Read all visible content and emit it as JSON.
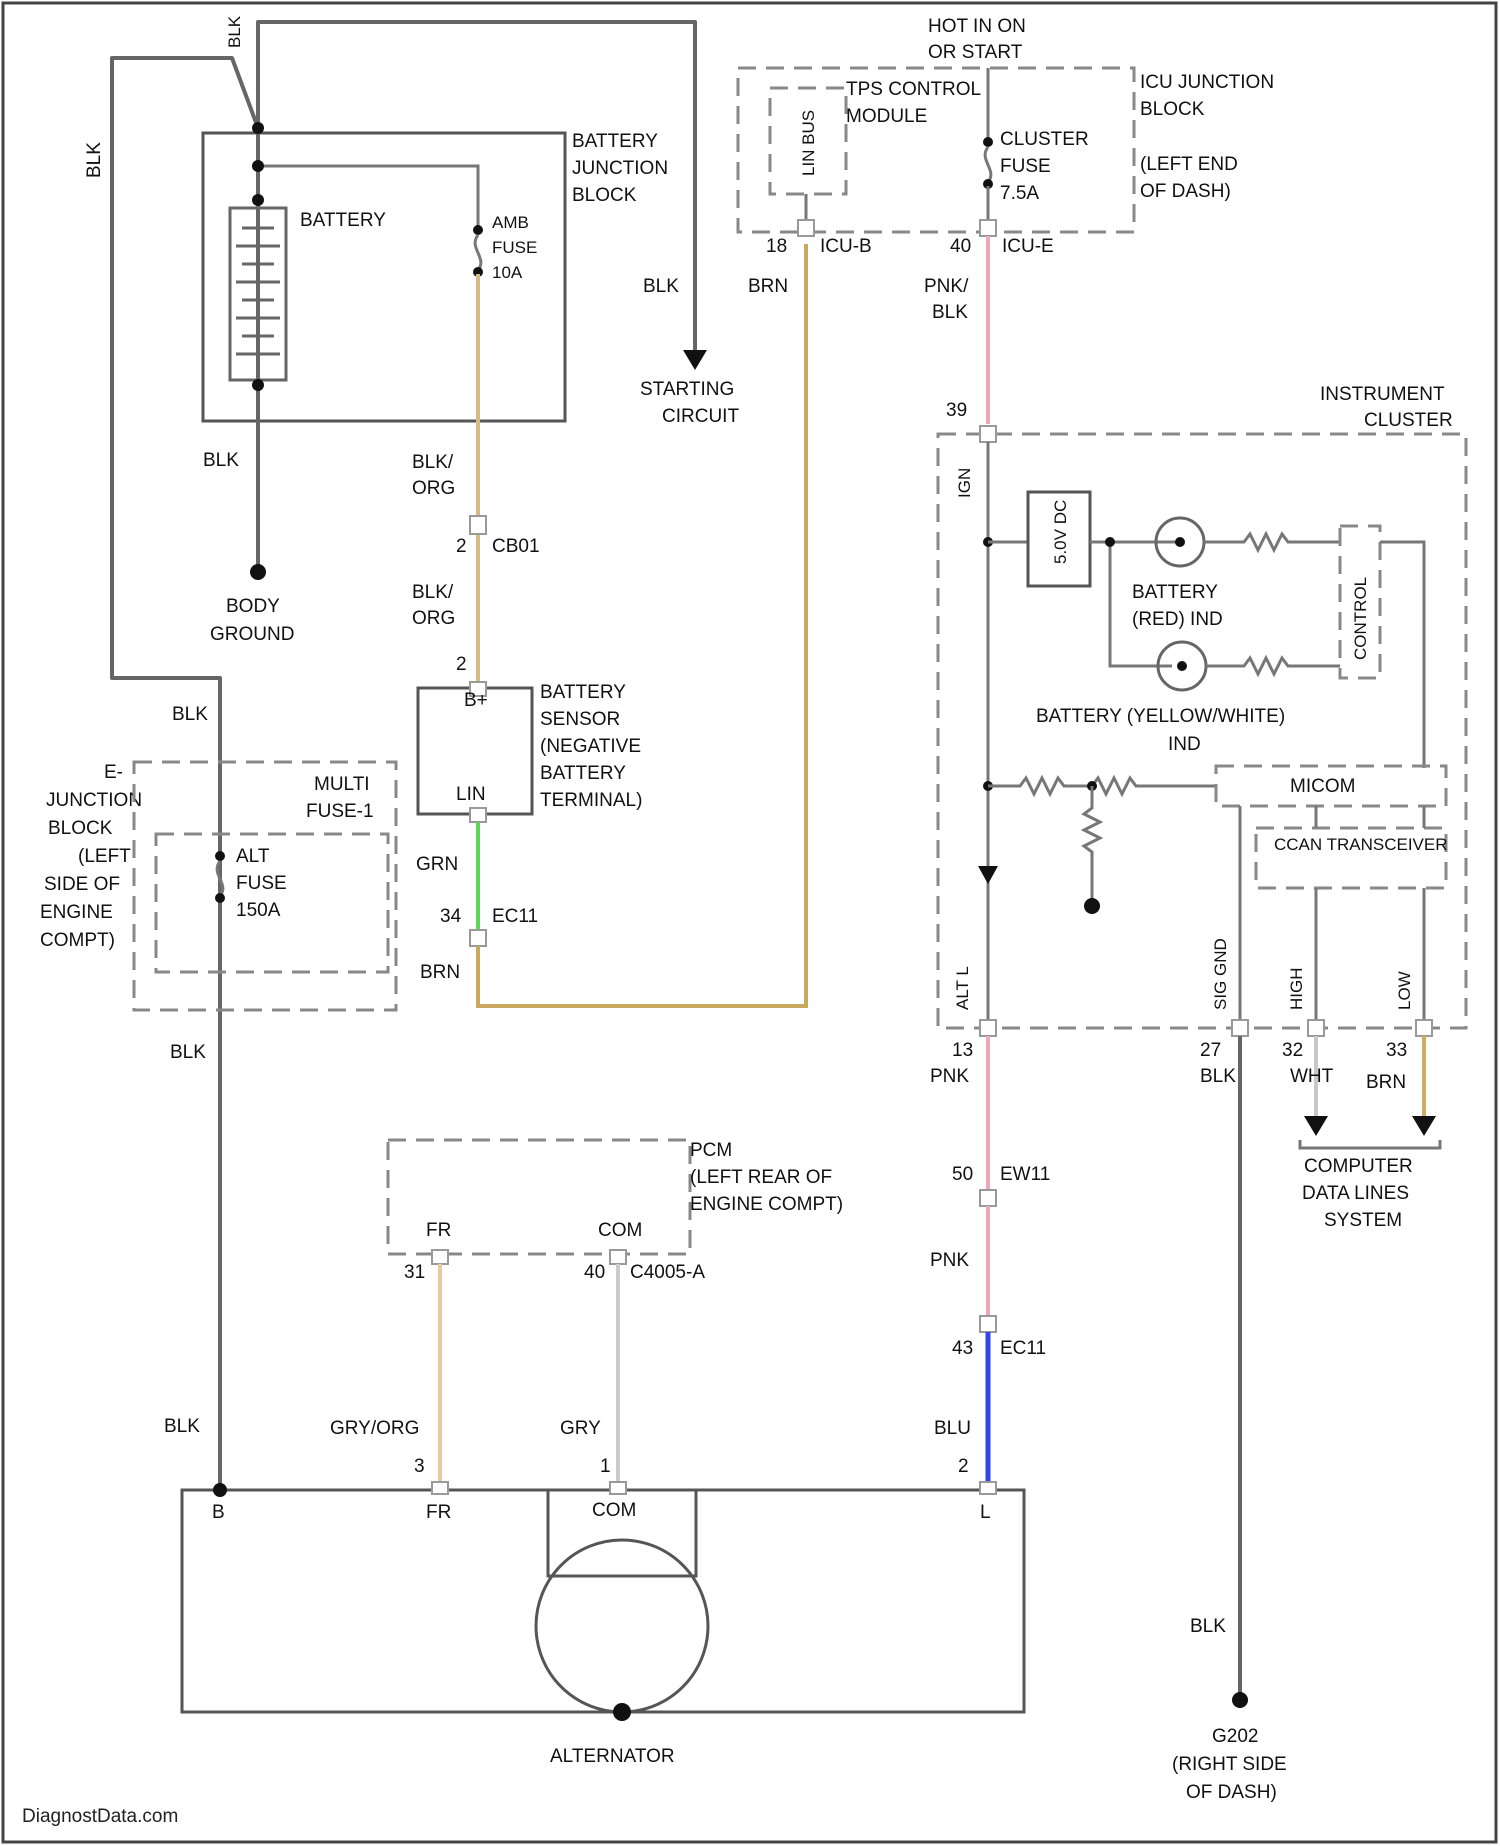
{
  "labels": {
    "hot_in_on": "HOT IN ON",
    "or_start": "OR START",
    "battery_junction_block_1": "BATTERY",
    "battery_junction_block_2": "JUNCTION",
    "battery_junction_block_3": "BLOCK",
    "battery": "BATTERY",
    "amb_fuse_1": "AMB",
    "amb_fuse_2": "FUSE",
    "amb_fuse_3": "10A",
    "blk_top": "BLK",
    "blk_left_vertical": "BLK",
    "blk_starting": "BLK",
    "starting_circuit_1": "STARTING",
    "starting_circuit_2": "CIRCUIT",
    "blk_ground": "BLK",
    "body_ground_1": "BODY",
    "body_ground_2": "GROUND",
    "blk_org_1a": "BLK/",
    "blk_org_1b": "ORG",
    "cb01_pin": "2",
    "cb01": "CB01",
    "blk_org_2a": "BLK/",
    "blk_org_2b": "ORG",
    "sensor_pin": "2",
    "sensor_bplus": "B+",
    "sensor_lin": "LIN",
    "sensor_1": "BATTERY",
    "sensor_2": "SENSOR",
    "sensor_3": "(NEGATIVE",
    "sensor_4": "BATTERY",
    "sensor_5": "TERMINAL)",
    "grn": "GRN",
    "ec11_pin_34": "34",
    "ec11_a": "EC11",
    "brn_lower": "BRN",
    "brn_upper": "BRN",
    "tps_1": "TPS CONTROL",
    "tps_2": "MODULE",
    "lin_bus": "LIN BUS",
    "pin_18": "18",
    "icu_b": "ICU-B",
    "icu_jb_1": "ICU JUNCTION",
    "icu_jb_2": "BLOCK",
    "icu_jb_3": "(LEFT END",
    "icu_jb_4": "OF DASH)",
    "cluster_fuse_1": "CLUSTER",
    "cluster_fuse_2": "FUSE",
    "cluster_fuse_3": "7.5A",
    "pin_40": "40",
    "icu_e": "ICU-E",
    "pnk_blk_1": "PNK/",
    "pnk_blk_2": "BLK",
    "pin_39": "39",
    "ign": "IGN",
    "instrument_1": "INSTRUMENT",
    "instrument_2": "CLUSTER",
    "five_v_dc": "5.0V DC",
    "battery_red_1": "BATTERY",
    "battery_red_2": "(RED) IND",
    "battery_yel_1": "BATTERY (YELLOW/WHITE)",
    "battery_yel_2": "IND",
    "control_vert": "CONTROL",
    "micom": "MICOM",
    "ccan": "CCAN TRANSCEIVER",
    "alt_l": "ALT L",
    "sig_gnd": "SIG GND",
    "high": "HIGH",
    "low": "LOW",
    "pin_13": "13",
    "pin_27": "27",
    "pin_32": "32",
    "pin_33": "33",
    "pnk_a": "PNK",
    "blk_sg": "BLK",
    "wht": "WHT",
    "brn_can": "BRN",
    "computer_1": "COMPUTER",
    "computer_2": "DATA LINES",
    "computer_3": "SYSTEM",
    "pin_50": "50",
    "ew11": "EW11",
    "pnk_b": "PNK",
    "pin_43": "43",
    "ec11_b": "EC11",
    "blu": "BLU",
    "pin_2_l": "2",
    "blk_mid": "BLK",
    "e_jb_1": "E-",
    "e_jb_2": "JUNCTION",
    "e_jb_3": "BLOCK",
    "e_jb_4": "(LEFT",
    "e_jb_5": "SIDE OF",
    "e_jb_6": "ENGINE",
    "e_jb_7": "COMPT)",
    "multi_fuse_1": "MULTI",
    "multi_fuse_2": "FUSE-1",
    "alt_fuse_1": "ALT",
    "alt_fuse_2": "FUSE",
    "alt_fuse_3": "150A",
    "blk_low1": "BLK",
    "blk_low2": "BLK",
    "pcm_1": "PCM",
    "pcm_2": "(LEFT REAR OF",
    "pcm_3": "ENGINE COMPT)",
    "pcm_fr": "FR",
    "pcm_com": "COM",
    "pin_31": "31",
    "pin_40b": "40",
    "c4005a": "C4005-A",
    "gry_org": "GRY/ORG",
    "gry": "GRY",
    "pin_3": "3",
    "pin_1": "1",
    "alt_b": "B",
    "alt_fr": "FR",
    "alt_com": "COM",
    "alt_l_term": "L",
    "alternator": "ALTERNATOR",
    "blk_g202": "BLK",
    "g202_1": "G202",
    "g202_2": "(RIGHT SIDE",
    "g202_3": "OF DASH)",
    "watermark": "DiagnostData.com"
  },
  "colors": {
    "wire_gray": "#666666",
    "wire_tan": "#d9b98a",
    "wire_pink": "#f0a8b8",
    "wire_green": "#5cd65c",
    "wire_blue": "#3344ee",
    "wire_lightgray": "#c8c8c8",
    "wire_mustard": "#c9b060"
  }
}
